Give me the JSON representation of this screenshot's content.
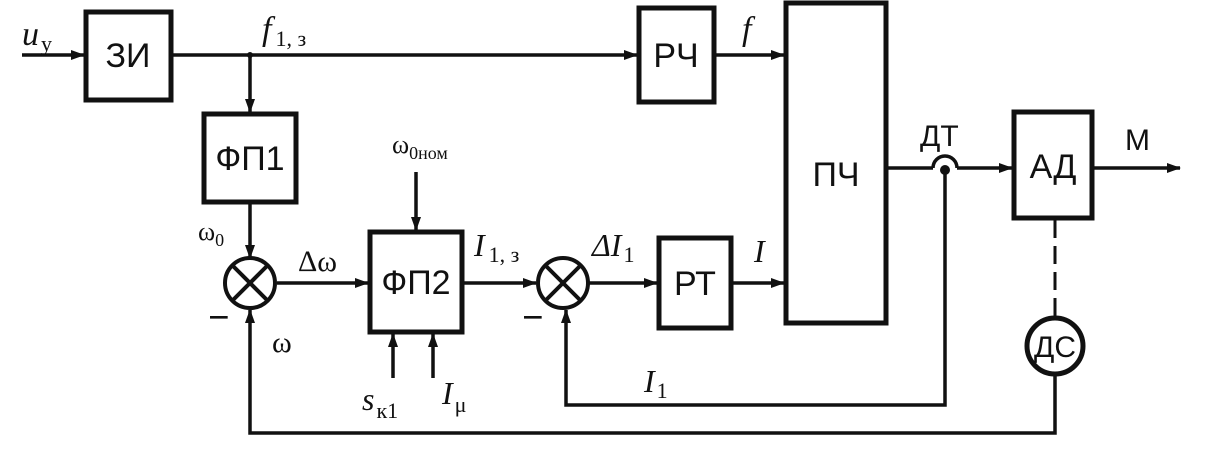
{
  "blocks": {
    "zi": "ЗИ",
    "rch": "РЧ",
    "fp1": "ФП1",
    "fp2": "ФП2",
    "pch": "ПЧ",
    "rt": "РТ",
    "ad": "АД",
    "ds": "ДС"
  },
  "signals": {
    "u_main": "u",
    "u_sub": "у",
    "f13_main": "f",
    "f13_sub": "1, з",
    "f": "f",
    "omega0_main": "ω",
    "omega0_sub": "0",
    "omega0nom_main": "ω",
    "omega0nom_sub": "0ном",
    "delta_omega": "Δω",
    "omega": "ω",
    "i13_main": "I",
    "i13_sub": "1, з",
    "delta_i1_main": "ΔI",
    "delta_i1_sub": "1",
    "i": "I",
    "i1_main": "I",
    "i1_sub": "1",
    "sk1_main": "s",
    "sk1_sub": "к1",
    "imu_main": "I",
    "imu_sub": "μ",
    "dt": "ДТ",
    "m": "М",
    "minus1": "−",
    "minus2": "−"
  },
  "colors": {
    "ink": "#111111",
    "background": "#ffffff"
  }
}
